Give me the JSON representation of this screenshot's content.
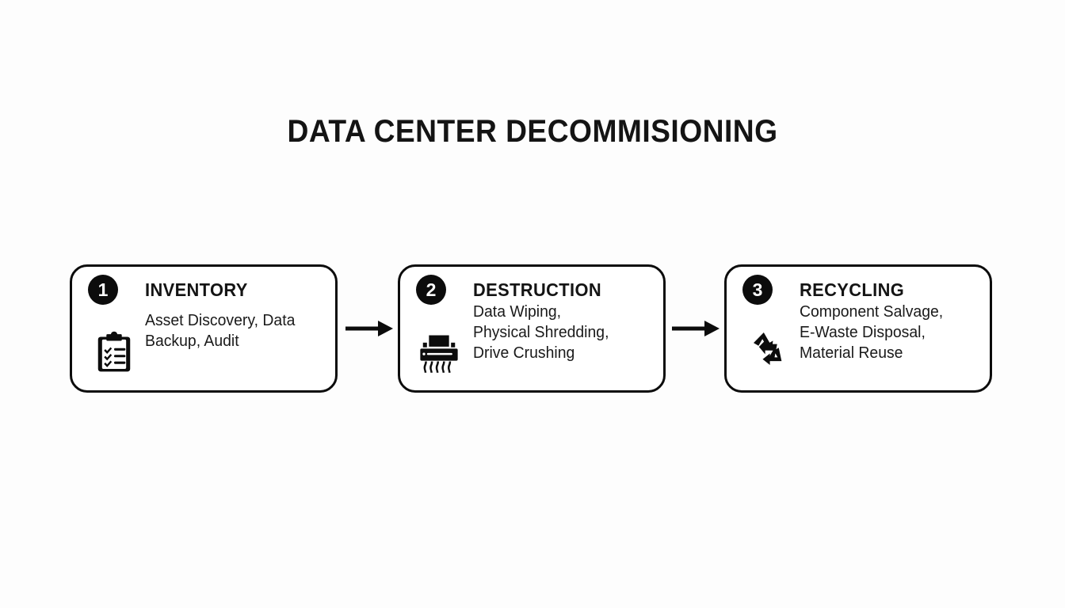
{
  "diagram": {
    "title": "DATA CENTER DECOMMISIONING",
    "background_color": "#fdfdfd",
    "ink_color": "#0c0c0c",
    "steps": [
      {
        "number": "1",
        "title": "INVENTORY",
        "description": "Asset Discovery, Data\nBackup, Audit",
        "icon": "clipboard-checklist-icon"
      },
      {
        "number": "2",
        "title": "DESTRUCTION",
        "description": "Data Wiping,\nPhysical Shredding,\nDrive Crushing",
        "icon": "paper-shredder-icon"
      },
      {
        "number": "3",
        "title": "RECYCLING",
        "description": "Component Salvage,\nE-Waste Disposal,\nMaterial Reuse",
        "icon": "recycle-icon"
      }
    ],
    "connectors": [
      {
        "name": "arrow-step1-to-step2",
        "glyph": "right-arrow-icon"
      },
      {
        "name": "arrow-step2-to-step3",
        "glyph": "right-arrow-icon"
      }
    ]
  }
}
